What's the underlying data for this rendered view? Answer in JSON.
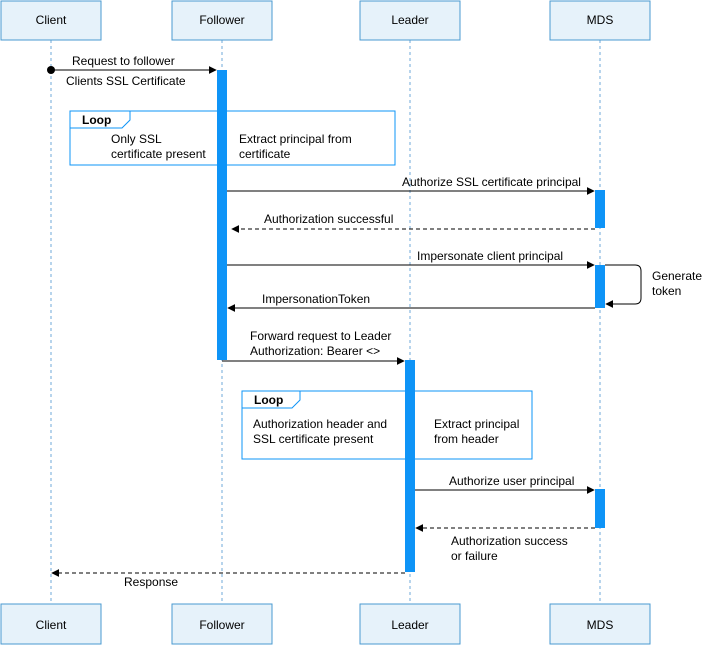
{
  "colors": {
    "accent": "#0e94f7",
    "participant_fill": "#e6f2fa",
    "participant_border": "#4a9ad0",
    "lifeline": "#6fa8d8",
    "loop_border": "#0e94f7",
    "arrow": "#000000"
  },
  "participants": {
    "top": [
      "Client",
      "Follower",
      "Leader",
      "MDS"
    ],
    "bottom": [
      "Client",
      "Follower",
      "Leader",
      "MDS"
    ]
  },
  "messages": {
    "request_to_follower": "Request to follower",
    "clients_ssl_certificate": "Clients SSL Certificate",
    "authorize_ssl_certificate_principal": "Authorize SSL certificate principal",
    "authorization_successful": "Authorization successful",
    "impersonate_client_principal": "Impersonate client principal",
    "impersonation_token": "ImpersonationToken",
    "forward_request_line1": "Forward request to Leader",
    "forward_request_line2": "Authorization: Bearer <>",
    "authorize_user_principal": "Authorize user principal",
    "authorization_success_or_failure_line1": "Authorization success",
    "authorization_success_or_failure_line2": "or failure",
    "response": "Response",
    "generate_token_line1": "Generate",
    "generate_token_line2": "token"
  },
  "loops": [
    {
      "label": "Loop",
      "condition_line1": "Only SSL",
      "condition_line2": "certificate present",
      "action_line1": "Extract principal from",
      "action_line2": "certificate"
    },
    {
      "label": "Loop",
      "condition_line1": "Authorization header and",
      "condition_line2": "SSL certificate present",
      "action_line1": "Extract principal",
      "action_line2": "from header"
    }
  ]
}
